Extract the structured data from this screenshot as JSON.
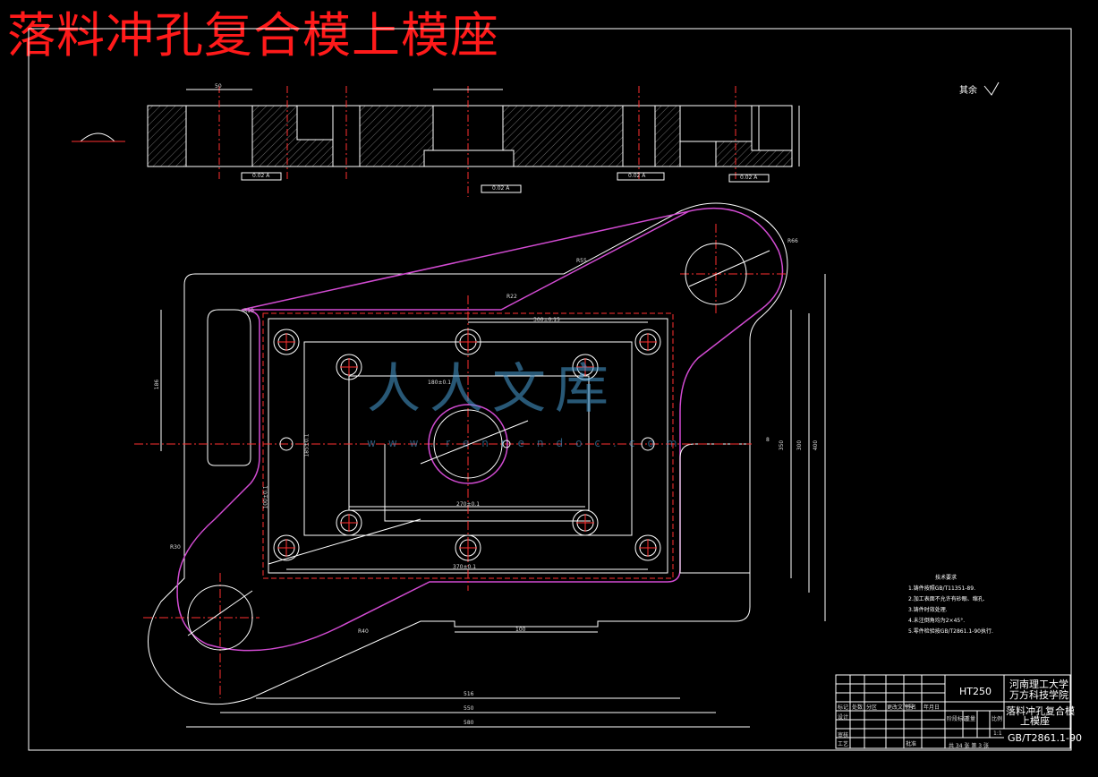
{
  "title": "落料冲孔复合模上模座",
  "roughness_label": "其余",
  "watermark": {
    "main": "人人文库",
    "url": "www.renrendoc.com"
  },
  "tech_notes": {
    "heading": "技术要求",
    "items": [
      "1.铸件按照GB/T11351-89.",
      "2.加工表面不允许有砂眼、缩孔.",
      "3.铸件时效处理.",
      "4.未注倒角均为2×45°.",
      "5.零件检验按GB/T2861.1-90执行."
    ]
  },
  "title_block": {
    "material": "HT250",
    "school": [
      "河南理工大学",
      "万方科技学院"
    ],
    "part_name": [
      "落料冲孔复合模",
      "上模座"
    ],
    "standard": "GB/T2861.1-90",
    "scale": "1:1",
    "sheet": "共 34 张 第 3 张",
    "headers": [
      "标记",
      "处数",
      "分区",
      "更改文件号",
      "签名",
      "年月日"
    ],
    "roles": [
      "设计",
      "审核",
      "工艺",
      "批准"
    ],
    "stage_labels": [
      "阶段标记",
      "重量",
      "比例"
    ]
  },
  "dimensions": {
    "top_width_50": "50",
    "bottom_100": "100",
    "overall_516": "516",
    "overall_550": "550",
    "overall_580": "580",
    "h_370": "370±0.1",
    "h_270": "270±0.1",
    "h_180": "180±0.1",
    "h_300": "300±0.15",
    "v_350": "350",
    "v_300": "300",
    "v_400": "400",
    "v_185": "185±0.1",
    "v_100": "100±0.1",
    "v_186": "186",
    "v_8": "8",
    "r_66": "R66",
    "r_55": "R55",
    "r_22": "R22",
    "r_30": "R30",
    "r_40": "R40",
    "r_10": "R10",
    "tol1": "0.02 A",
    "tol2": "0.02 A",
    "tol3": "0.02 A",
    "tol4": "0.02 A"
  }
}
